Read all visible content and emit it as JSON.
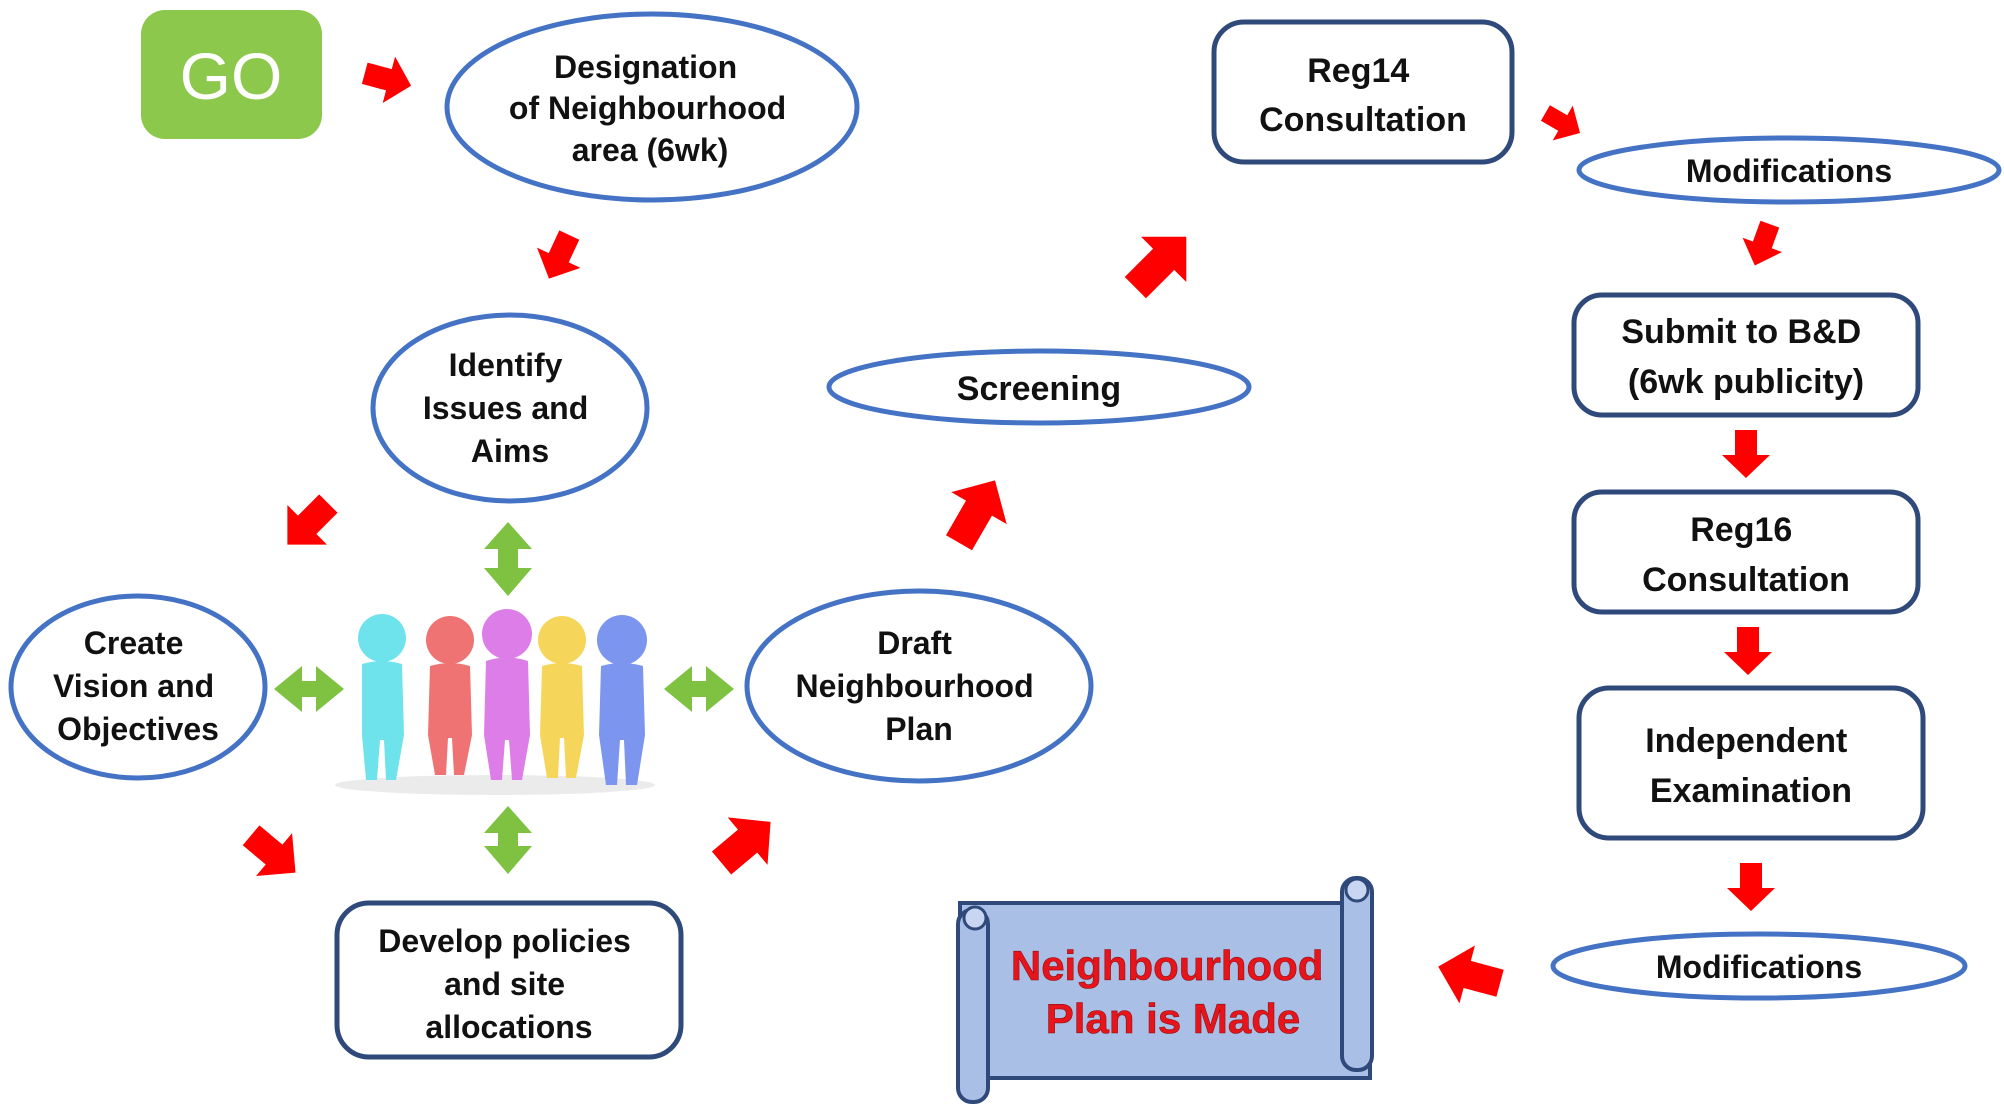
{
  "go": {
    "label": "GO"
  },
  "nodes": {
    "designation": {
      "lines": [
        "Designation",
        "of Neighbourhood",
        "area (6wk)"
      ]
    },
    "identify": {
      "lines": [
        "Identify",
        "Issues and",
        "Aims"
      ]
    },
    "create_vision": {
      "lines": [
        "Create",
        "Vision and",
        "Objectives"
      ]
    },
    "develop_policies": {
      "lines": [
        "Develop policies",
        "and site",
        "allocations"
      ]
    },
    "draft_plan": {
      "lines": [
        "Draft",
        "Neighbourhood",
        "Plan"
      ]
    },
    "screening": {
      "lines": [
        "Screening"
      ]
    },
    "reg14": {
      "lines": [
        "Reg14",
        "Consultation"
      ]
    },
    "modifications_1": {
      "lines": [
        "Modifications"
      ]
    },
    "submit": {
      "lines": [
        "Submit to B&D",
        "(6wk publicity)"
      ]
    },
    "reg16": {
      "lines": [
        "Reg16",
        "Consultation"
      ]
    },
    "independent": {
      "lines": [
        "Independent",
        "Examination"
      ]
    },
    "modifications_2": {
      "lines": [
        "Modifications"
      ]
    },
    "made": {
      "lines": [
        "Neighbourhood",
        "Plan is Made"
      ]
    }
  },
  "colors": {
    "outline": "#4472c4",
    "box_outline": "#2f4a7a",
    "arrow_red": "#ff0000",
    "arrow_green": "#7fc241",
    "go_fill": "#8cc84b",
    "scroll_fill": "#a9bfe6",
    "made_text": "#e8141b"
  },
  "people_colors": [
    "#6fe3ec",
    "#f07373",
    "#dd7de8",
    "#f6d65a",
    "#7c95ee"
  ]
}
